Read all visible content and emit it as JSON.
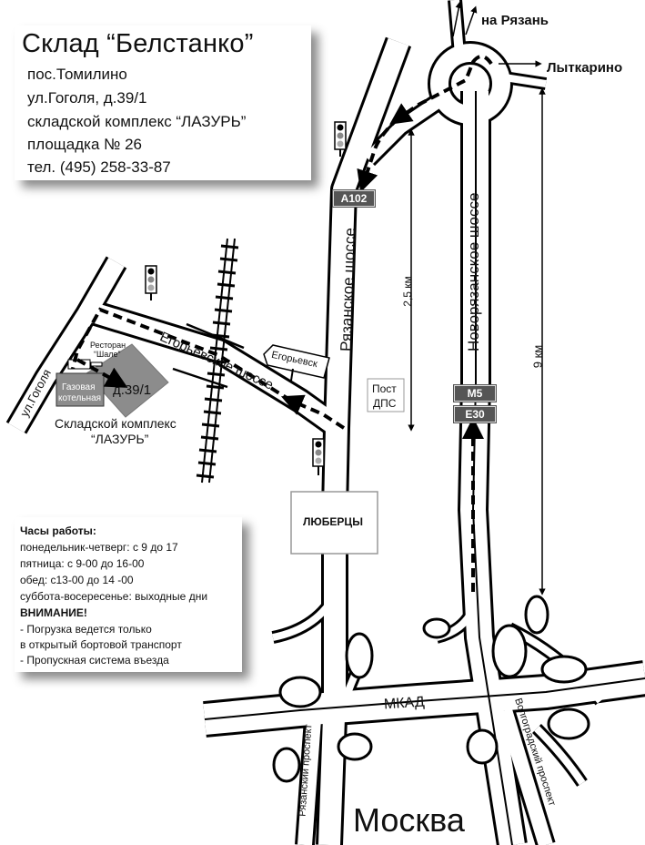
{
  "card": {
    "title": "Склад “Белстанко”",
    "settlement": "пос.Томилино",
    "street": "ул.Гоголя, д.39/1",
    "complex": "складской комплекс “ЛАЗУРЬ”",
    "platform": "площадка № 26",
    "phone": "тел. (495) 258-33-87"
  },
  "hours": {
    "heading": "Часы работы:",
    "mon_thu": "понедельник-четверг: с 9 до 17",
    "fri": "пятница: с 9-00 до 16-00",
    "lunch": "обед: с13-00 до 14 -00",
    "weekend": "суббота-восересенье: выходные дни",
    "attention": "ВНИМАНИЕ!",
    "note1": "- Погрузка ведется только",
    "note2": "в открытый бортовой транспорт",
    "note3": "- Пропускная система въезда"
  },
  "map": {
    "to_ryazan": "на Рязань",
    "lytkarino": "Лыткарино",
    "ryazanskoe": "Рязанское шоссе",
    "novoryazanskoe": "Новорязанское шоссе",
    "egorievskoe": "Егорьевское шоссе",
    "egorievsk_sign": "Егорьевск",
    "gogolya": "ул.Гоголя",
    "restaurant": "Ресторан",
    "restaurant_name": "“Шале”",
    "boiler1": "Газовая",
    "boiler2": "котельная",
    "building": "д.39/1",
    "complex_label1": "Складской комплекс",
    "complex_label2": "“ЛАЗУРЬ”",
    "post1": "Пост",
    "post2": "ДПС",
    "lyubertsy": "ЛЮБЕРЦЫ",
    "dist_25": "2,5 км",
    "dist_9": "9 км",
    "shield_a102": "А102",
    "shield_m5": "M5",
    "shield_e30": "E30",
    "mkad": "МКАД",
    "ryazansky_pr": "Рязанский проспект",
    "volgogradsky_pr": "Волгоградский проспект",
    "moscow": "Москва"
  },
  "colors": {
    "road_fill": "#ffffff",
    "road_edge": "#000000",
    "warehouse": "#8c8c8c",
    "shield": "#555555"
  }
}
